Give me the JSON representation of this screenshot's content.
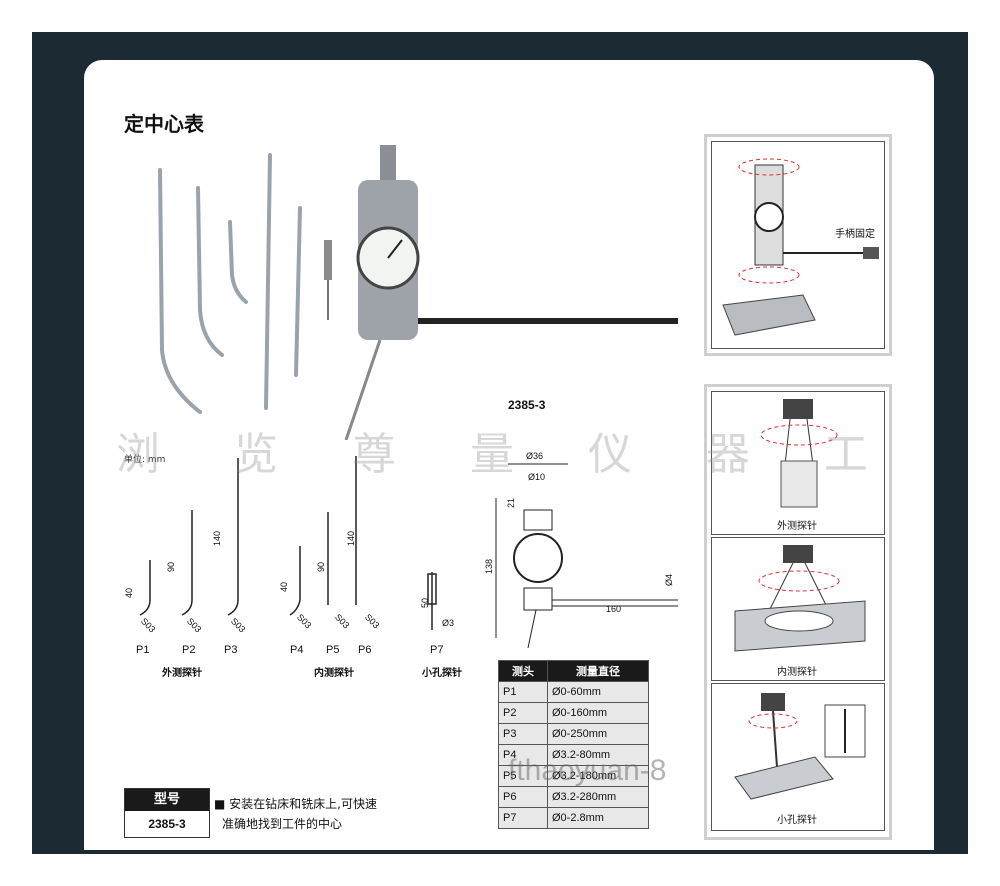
{
  "title": "定中心表",
  "model_number": "2385-3",
  "unit_label": "单位: mm",
  "probe_labels": [
    "P1",
    "P2",
    "P3",
    "P4",
    "P5",
    "P6",
    "P7"
  ],
  "group_captions": [
    "外测探针",
    "内测探针",
    "小孔探针"
  ],
  "probe_lengths": [
    "40",
    "90",
    "140",
    "40",
    "90",
    "140",
    "50"
  ],
  "probe_ball": "S03",
  "p7_dia": "Ø3",
  "body_dims": {
    "d36": "Ø36",
    "d10": "Ø10",
    "h21": "21",
    "h138": "138",
    "arm": "160",
    "d4": "Ø4"
  },
  "model_box": {
    "header": "型号",
    "value": "2385-3"
  },
  "bullet_text": [
    "安装在钻床和铣床上,可快速",
    "准确地找到工件的中心"
  ],
  "spec_table": {
    "headers": [
      "测头",
      "测量直径"
    ],
    "rows": [
      [
        "P1",
        "Ø0-60mm"
      ],
      [
        "P2",
        "Ø0-160mm"
      ],
      [
        "P3",
        "Ø0-250mm"
      ],
      [
        "P4",
        "Ø3.2-80mm"
      ],
      [
        "P5",
        "Ø3.2-180mm"
      ],
      [
        "P6",
        "Ø3.2-280mm"
      ],
      [
        "P7",
        "Ø0-2.8mm"
      ]
    ]
  },
  "right_captions": {
    "handle": "手柄固定",
    "outer": "外测探针",
    "inner": "内测探针",
    "small": "小孔探针"
  },
  "watermark": "浏 览 尊 量 仪 器 工",
  "watermark2": "fthaoyuan-8"
}
